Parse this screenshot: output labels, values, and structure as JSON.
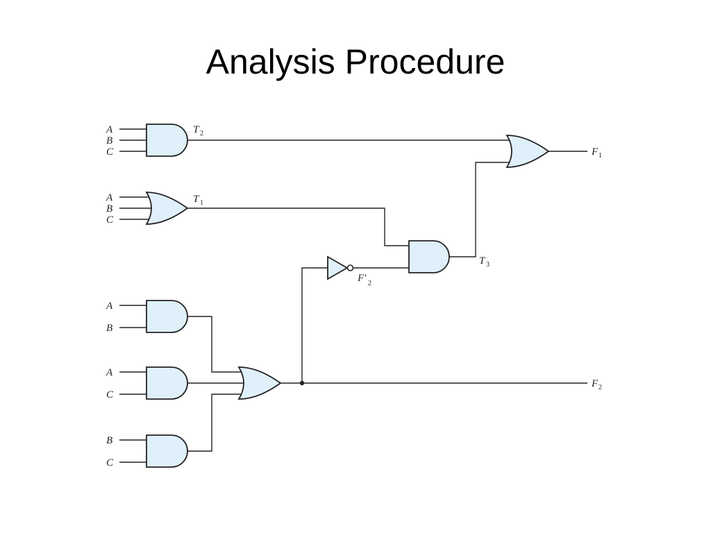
{
  "title": "Analysis Procedure",
  "colors": {
    "gate_fill": "#dff0fa",
    "wire": "#222222"
  },
  "labels": {
    "g1_inputs": [
      "A",
      "B",
      "C"
    ],
    "g2_inputs": [
      "A",
      "B",
      "C"
    ],
    "g3_inputs": [
      "A",
      "B"
    ],
    "g4_inputs": [
      "A",
      "C"
    ],
    "g5_inputs": [
      "B",
      "C"
    ],
    "t2": {
      "main": "T",
      "sub": "2"
    },
    "t1": {
      "main": "T",
      "sub": "1"
    },
    "t3": {
      "main": "T",
      "sub": "3"
    },
    "f1": {
      "main": "F",
      "sub": "1"
    },
    "f2": {
      "main": "F",
      "sub": "2"
    },
    "f2_not": {
      "main": "F′",
      "sub": "2"
    }
  }
}
